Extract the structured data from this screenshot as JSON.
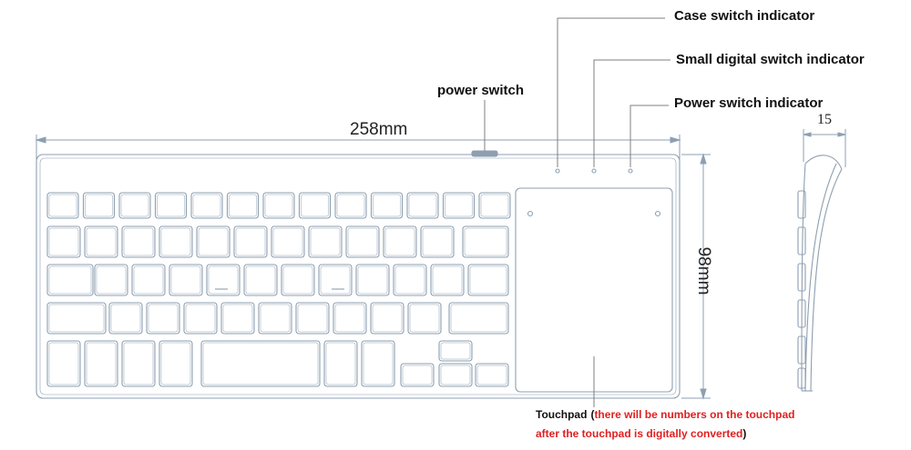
{
  "labels": {
    "case_indicator": "Case switch indicator",
    "small_digital_indicator": "Small digital switch indicator",
    "power_indicator": "Power switch indicator",
    "power_switch": "power switch"
  },
  "dimensions": {
    "width": "258mm",
    "height": "98mm",
    "thickness": "15"
  },
  "touchpad": {
    "label": "Touchpad",
    "open_paren": "(",
    "note_line1": "there will be numbers on the touchpad",
    "note_line2": "after the touchpad is digitally converted",
    "close_paren": ")"
  },
  "colors": {
    "outline": "#8d9fb0",
    "leader": "#7f7f7f",
    "note_red": "#e02020",
    "text": "#111111"
  }
}
